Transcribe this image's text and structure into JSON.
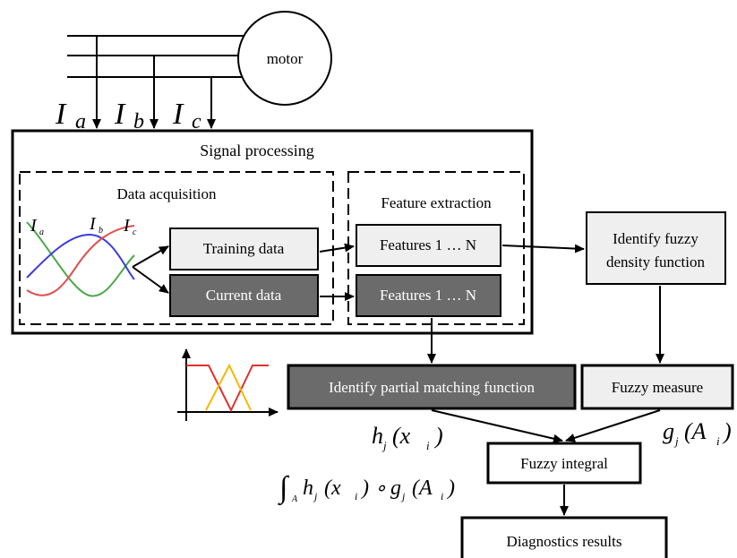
{
  "motor": {
    "label": "motor"
  },
  "currents": {
    "a": "I",
    "a_sub": "a",
    "b": "I",
    "b_sub": "b",
    "c": "I",
    "c_sub": "c"
  },
  "signal_processing": {
    "title": "Signal processing",
    "data_acquisition": {
      "title": "Data acquisition",
      "wave_labels": {
        "a": "I",
        "a_sub": "a",
        "b": "I",
        "b_sub": "b",
        "c": "I",
        "c_sub": "c"
      },
      "training": "Training data",
      "current": "Current data"
    },
    "feature_extraction": {
      "title": "Feature extraction",
      "features_top": "Features 1 … N",
      "features_bottom": "Features 1 … N"
    }
  },
  "density": {
    "line1": "Identify fuzzy",
    "line2": "density function"
  },
  "partial_matching": "Identify partial matching function",
  "fuzzy_measure": "Fuzzy measure",
  "fuzzy_integral": "Fuzzy integral",
  "diagnostics": "Diagnostics results",
  "formulas": {
    "h": "h",
    "h_sub": "j",
    "h_arg": "(x",
    "h_arg_sub": "i",
    "h_close": ")",
    "g": "g",
    "g_sub": "j",
    "g_arg": "(A",
    "g_arg_sub": "i",
    "g_close": ")",
    "integral": "∫",
    "integral_sub": "A",
    "compose": "∘"
  },
  "colors": {
    "dark_box": "#6b6b6b",
    "light_box": "#efefef",
    "wave_a": "#4aa84a",
    "wave_b": "#3a3ae0",
    "wave_c": "#e05050",
    "membership_red": "#e03030",
    "membership_yellow": "#f5b800"
  }
}
